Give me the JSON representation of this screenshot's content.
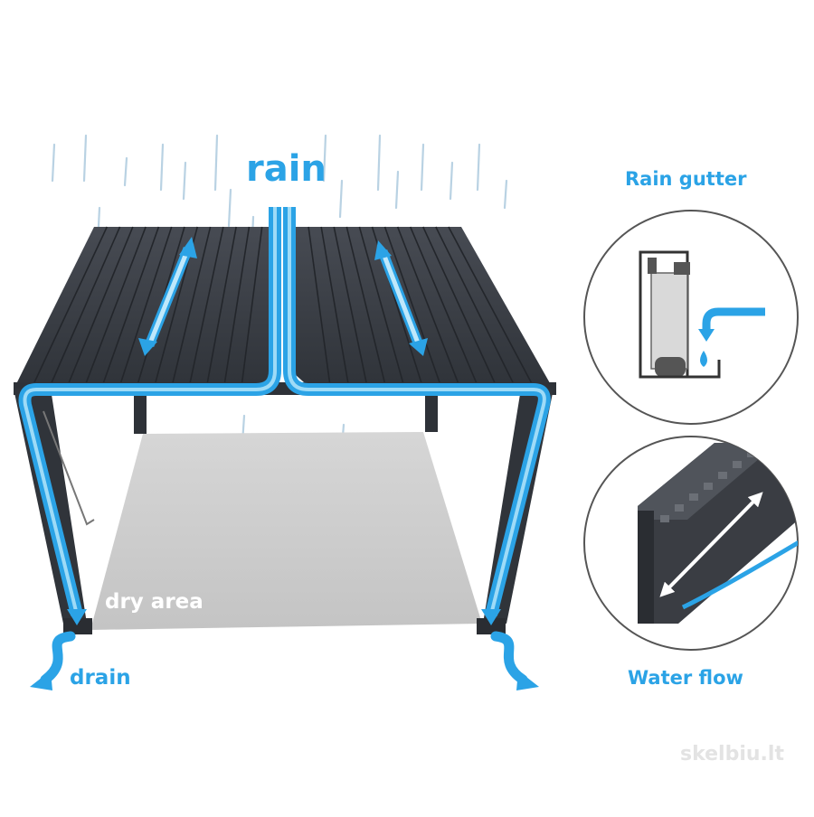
{
  "labels": {
    "rain": "rain",
    "rain_gutter": "Rain gutter",
    "water_flow": "Water flow",
    "drain": "drain",
    "dry_area": "dry area",
    "watermark": "skelbiu.lt"
  },
  "colors": {
    "accent": "#2ba3e6",
    "light_blue": "#8fd3f5",
    "roof": "#3b3f47",
    "frame": "#2e3238",
    "dry_area": "#c9c9c9",
    "circle_border": "#555555",
    "white_text": "#ffffff"
  },
  "icons": {
    "rain": "rain-drops",
    "arrow": "double-arrow",
    "drain": "curved-arrow"
  }
}
